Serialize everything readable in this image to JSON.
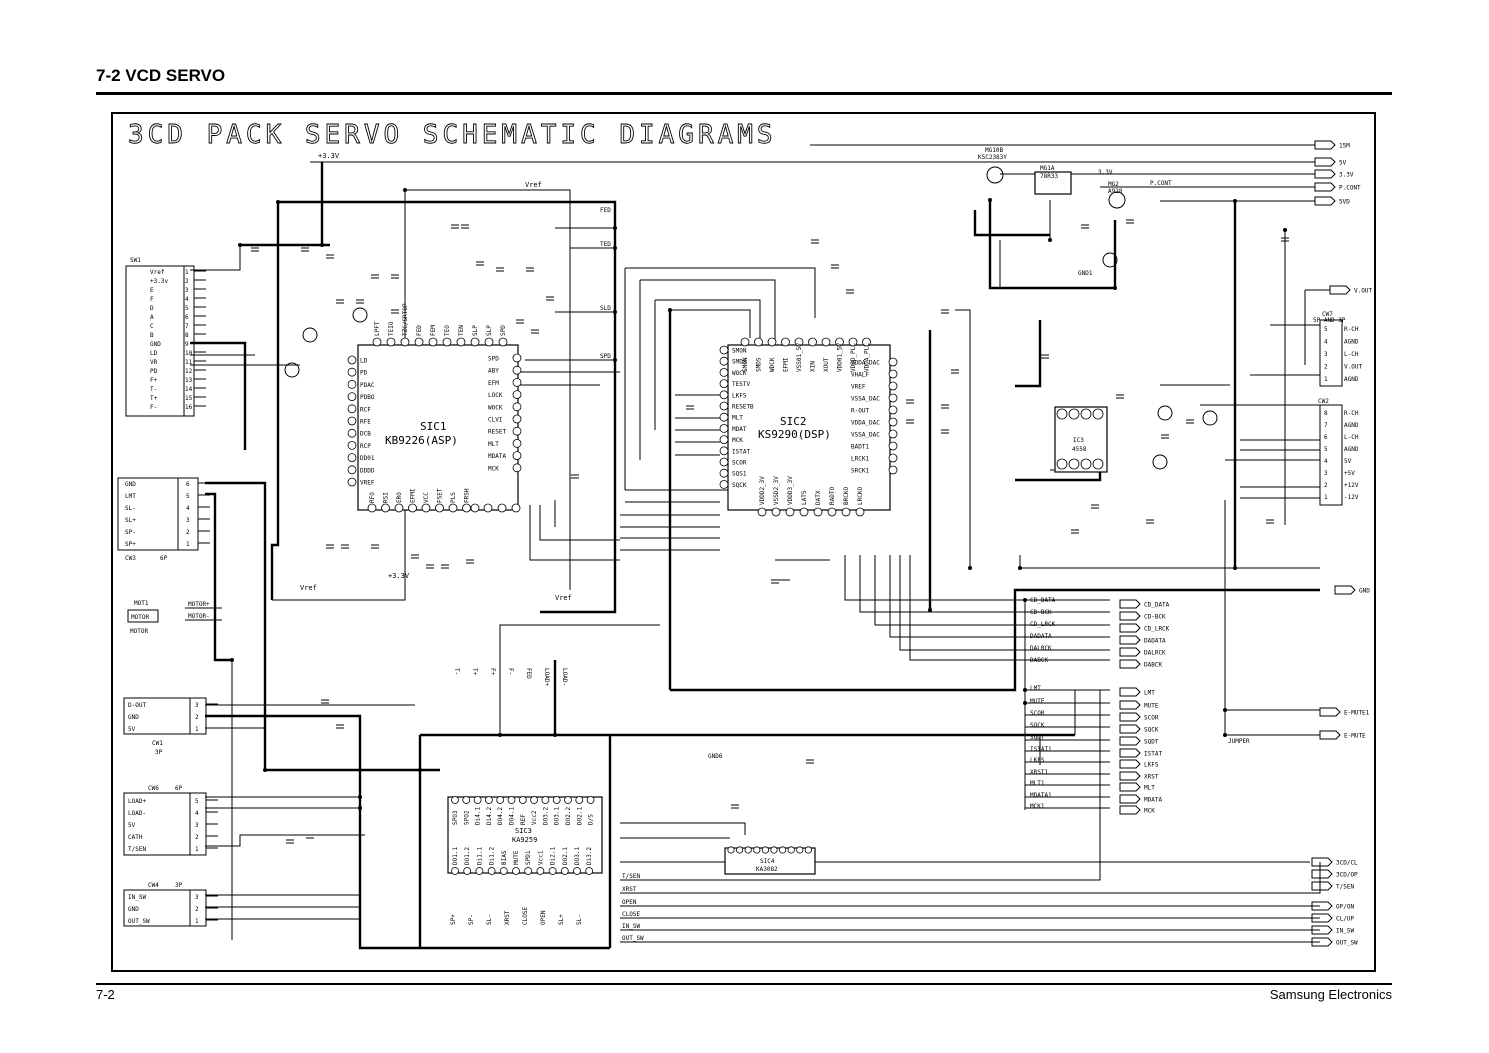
{
  "header": {
    "title": "7-2 VCD SERVO"
  },
  "footer": {
    "page_number": "7-2",
    "company": "Samsung Electronics"
  },
  "diagram": {
    "title": "3CD PACK SERVO SCHEMATIC DIAGRAMS",
    "ics": {
      "sic1": {
        "ref": "SIC1",
        "part": "KB9226(ASP)"
      },
      "sic2": {
        "ref": "SIC2",
        "part": "KS9290(DSP)"
      },
      "sic3": {
        "ref": "SIC3",
        "part": "KA9259"
      },
      "sic4": {
        "ref": "SIC4",
        "part": "KA3082"
      },
      "ic3": {
        "ref": "IC3",
        "part": "4558"
      }
    },
    "rails": {
      "p33v_top": "+3.3V",
      "p33v_bottom": "+3.3V",
      "vref": "Vref"
    },
    "sic1_internal_nets": [
      "FED",
      "TED",
      "SLD",
      "SPD"
    ],
    "sic1_left_pins": [
      "LD",
      "PD",
      "PDAC",
      "PDBO",
      "RCF",
      "RFE",
      "DCB",
      "RCP",
      "DD01",
      "DDDD",
      "VREF"
    ],
    "sic1_right_pins": [
      "SPD",
      "ABY",
      "EFM",
      "LOCK",
      "WOCK",
      "CLVI",
      "RESET",
      "MLT",
      "MDATA",
      "MCK"
    ],
    "sic1_top_pins": [
      "LPFT",
      "TEIO",
      "TZC/SRTOP",
      "FED",
      "FEM",
      "TEO",
      "TEN",
      "SLP",
      "SLP",
      "SPD"
    ],
    "sic1_bottom_pins": [
      "RFO",
      "RSI",
      "ERO",
      "EFMI",
      "VCC",
      "FSET",
      "PLS",
      "FRSH"
    ],
    "sic2_left_pins": [
      "SMON",
      "SMDS",
      "WOCK",
      "TESTV",
      "LKFS",
      "RESETB",
      "MLT",
      "MDAT",
      "MCK",
      "ISTAT",
      "SCOR",
      "SQS1",
      "SQCK"
    ],
    "sic2_right_pins": [
      "VDDA_DAC",
      "VHALF",
      "VREF",
      "VSSA_DAC",
      "R-OUT",
      "VDDA_DAC",
      "VSSA_DAC",
      "BADT1",
      "LRCK1",
      "SRCK1"
    ],
    "sic2_top_pins": [
      "SMON",
      "SMDS",
      "WDCK",
      "EFMI",
      "VSS01_5V",
      "XIN",
      "XOUT",
      "VDD01_5V",
      "VDDD_PLL",
      "VDDA_PLL"
    ],
    "sic2_bottom_pins": [
      "VDDD2_3V",
      "VSSD2_3V",
      "VDDD3_3V",
      "LATS",
      "DATX",
      "RADTO",
      "BRCKO",
      "LRCKO"
    ],
    "connectors": {
      "sw1": {
        "name": "SW1",
        "pins": [
          "Vref",
          "+3.3v",
          "E",
          "F",
          "D",
          "A",
          "C",
          "B",
          "GND",
          "LD",
          "VR",
          "PD",
          "F+",
          "T-",
          "T+",
          "F-"
        ],
        "numbers": [
          "1",
          "2",
          "3",
          "4",
          "5",
          "6",
          "7",
          "8",
          "9",
          "10",
          "11",
          "12",
          "13",
          "14",
          "15",
          "16"
        ]
      },
      "cw3": {
        "name": "CW3",
        "size": "6P",
        "pins": [
          "GND",
          "LMT",
          "SL-",
          "SL+",
          "SP-",
          "SP+"
        ],
        "numbers": [
          "6",
          "5",
          "4",
          "3",
          "2",
          "1"
        ]
      },
      "cw1": {
        "name": "CW1",
        "size": "3P",
        "pins": [
          "D-OUT",
          "GND",
          "5V"
        ],
        "numbers": [
          "3",
          "2",
          "1"
        ]
      },
      "cw6": {
        "name": "CW6",
        "size": "6P",
        "pins": [
          "LOAD+",
          "LOAD-",
          "5V",
          "CATH",
          "T/SEN"
        ],
        "numbers": [
          "5",
          "4",
          "3",
          "2",
          "1"
        ]
      },
      "cw4": {
        "name": "CW4",
        "size": "3P",
        "pins": [
          "IN_SW",
          "GND",
          "OUT_SW"
        ],
        "numbers": [
          "3",
          "2",
          "1"
        ]
      },
      "cw7": {
        "name": "CW7",
        "size": "5P AND 3P",
        "pins": [
          "R-CH",
          "AGND",
          "L-CH",
          "V.OUT",
          "AGND"
        ],
        "numbers": [
          "5",
          "4",
          "3",
          "2",
          "1"
        ]
      },
      "cw2": {
        "name": "CW2",
        "size": "8P",
        "pins": [
          "R-CH",
          "AGND",
          "L-CH",
          "AGND",
          "5V",
          "+5V",
          "+12V",
          "-12V"
        ],
        "numbers": [
          "8",
          "7",
          "6",
          "5",
          "4",
          "3",
          "2",
          "1"
        ]
      }
    },
    "motor": {
      "ref": "MOT1",
      "name": "MOTOR",
      "net_plus": "MOTOR+",
      "net_minus": "MOTOR-"
    },
    "regulators": {
      "vreg1": "MG1A",
      "vreg1_part": "78R33",
      "tr_top": "MG10B",
      "tr_top_part": "KSC2383Y",
      "tr_q2": "MG2",
      "tr_q2_part": "A928"
    },
    "power_outputs": [
      "15M",
      "5V",
      "3.3V",
      "P.CONT",
      "5VD"
    ],
    "power_labels": {
      "vout": "V.OUT",
      "gnd": "GND",
      "p33": "3.3V",
      "pcont": "P.CONT"
    },
    "digital_outputs": [
      "CD_DATA",
      "CD-BCK",
      "CD_LRCK",
      "DADATA",
      "DALRCK",
      "DABCK"
    ],
    "control_outputs": [
      "LMT",
      "MUTE",
      "SCOR",
      "SQCK",
      "SQDT",
      "ISTAT",
      "LKFS",
      "XRST",
      "MLT",
      "MDATA",
      "MCK"
    ],
    "control_inputs": [
      "LMT",
      "MUTE",
      "SCOR",
      "SQCK",
      "SQDT",
      "ISTAT1",
      "LKFS",
      "XRST1",
      "MLT1",
      "MDATA1",
      "MCK1"
    ],
    "tray_signals": [
      "3CD/CL",
      "3CD/OP",
      "T/SEN",
      "OP/ON",
      "CL/UP",
      "IN_SW",
      "OUT_SW"
    ],
    "tray_nets": [
      "T/SEN",
      "XRST",
      "OPEN",
      "CLOSE",
      "IN_SW",
      "OUT_SW"
    ],
    "mute_outputs": [
      "E-MUTE1",
      "E-MUTE"
    ],
    "misc_labels": {
      "jumper": "JUMPER",
      "gnd_label": "GND",
      "gnd6": "GND6",
      "gnd1": "GND1",
      "vref2": "Vref"
    },
    "sic3_pins_top": [
      "SPO3",
      "SPO2",
      "Di4.1",
      "Di4.2",
      "DO4.2",
      "DO4.1",
      "REF",
      "Vcc2",
      "DO3.2",
      "DO3.1",
      "DO2.2",
      "DO2.1",
      "D/S"
    ],
    "sic3_pins_bottom": [
      "DO1.1",
      "DO1.2",
      "Di1.1",
      "Di1.2",
      "BIAS",
      "MUTE",
      "SPD1",
      "Vcc1",
      "Di2.1",
      "DO2.1",
      "DO3.1",
      "Di3.2"
    ],
    "sic3_labels_below": [
      "SP+",
      "SP-",
      "SL-",
      "XRST",
      "CLOSE",
      "OPEN",
      "SL+",
      "SL-"
    ],
    "sic3_labels_above": [
      "T-",
      "T+",
      "F+",
      "F-",
      "FED",
      "LOAD+",
      "LOAD-"
    ]
  }
}
